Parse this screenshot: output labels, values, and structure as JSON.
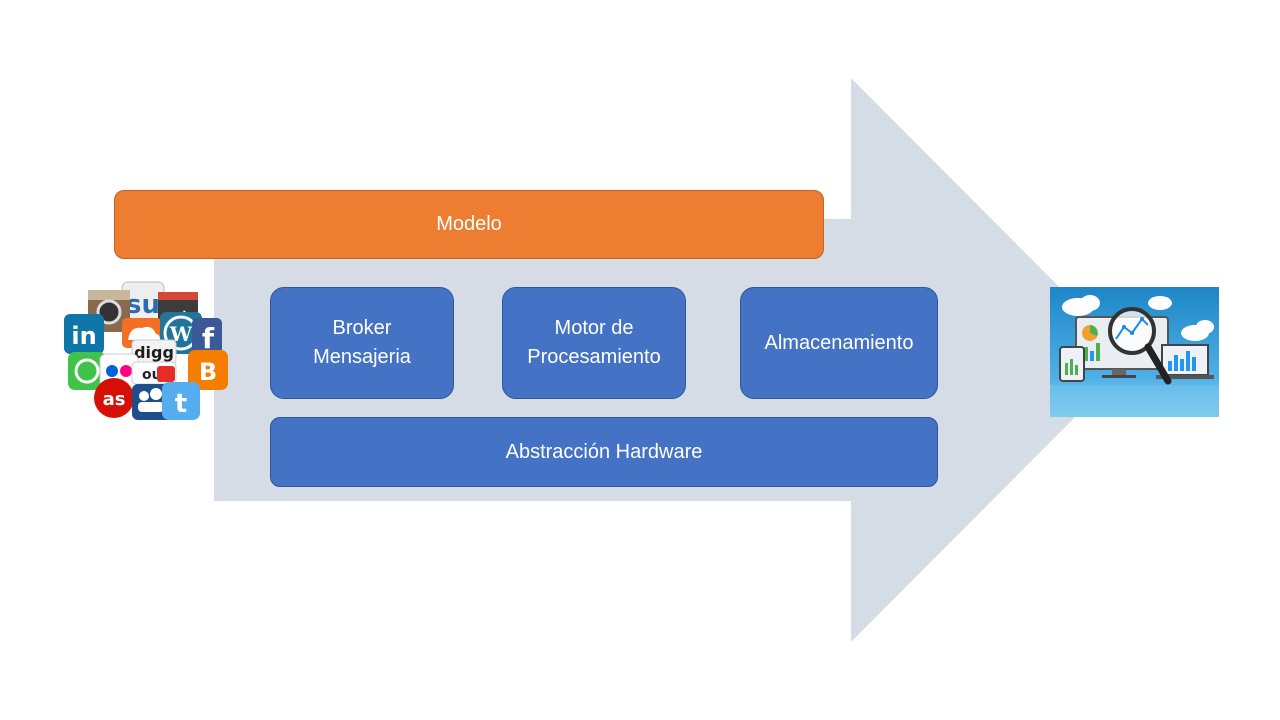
{
  "diagram": {
    "model_label": "Modelo",
    "components": {
      "broker": "Broker\nMensajeria",
      "motor": "Motor de\nProcesamiento",
      "storage": "Almacenamiento"
    },
    "hardware_label": "Abstracción  Hardware",
    "colors": {
      "arrow": "#d6dce5",
      "model": "#ed7d31",
      "component": "#4472c4"
    },
    "source_icons": [
      "linkedin-icon",
      "instagram-icon",
      "stumbleupon-icon",
      "google-plus-icon",
      "soundcloud-icon",
      "wordpress-icon",
      "facebook-icon",
      "digg-icon",
      "whatsapp-icon",
      "flickr-icon",
      "youtube-icon",
      "blogger-icon",
      "lastfm-icon",
      "myspace-icon",
      "twitter-icon"
    ],
    "output_icon": "analytics-dashboard-icon"
  }
}
